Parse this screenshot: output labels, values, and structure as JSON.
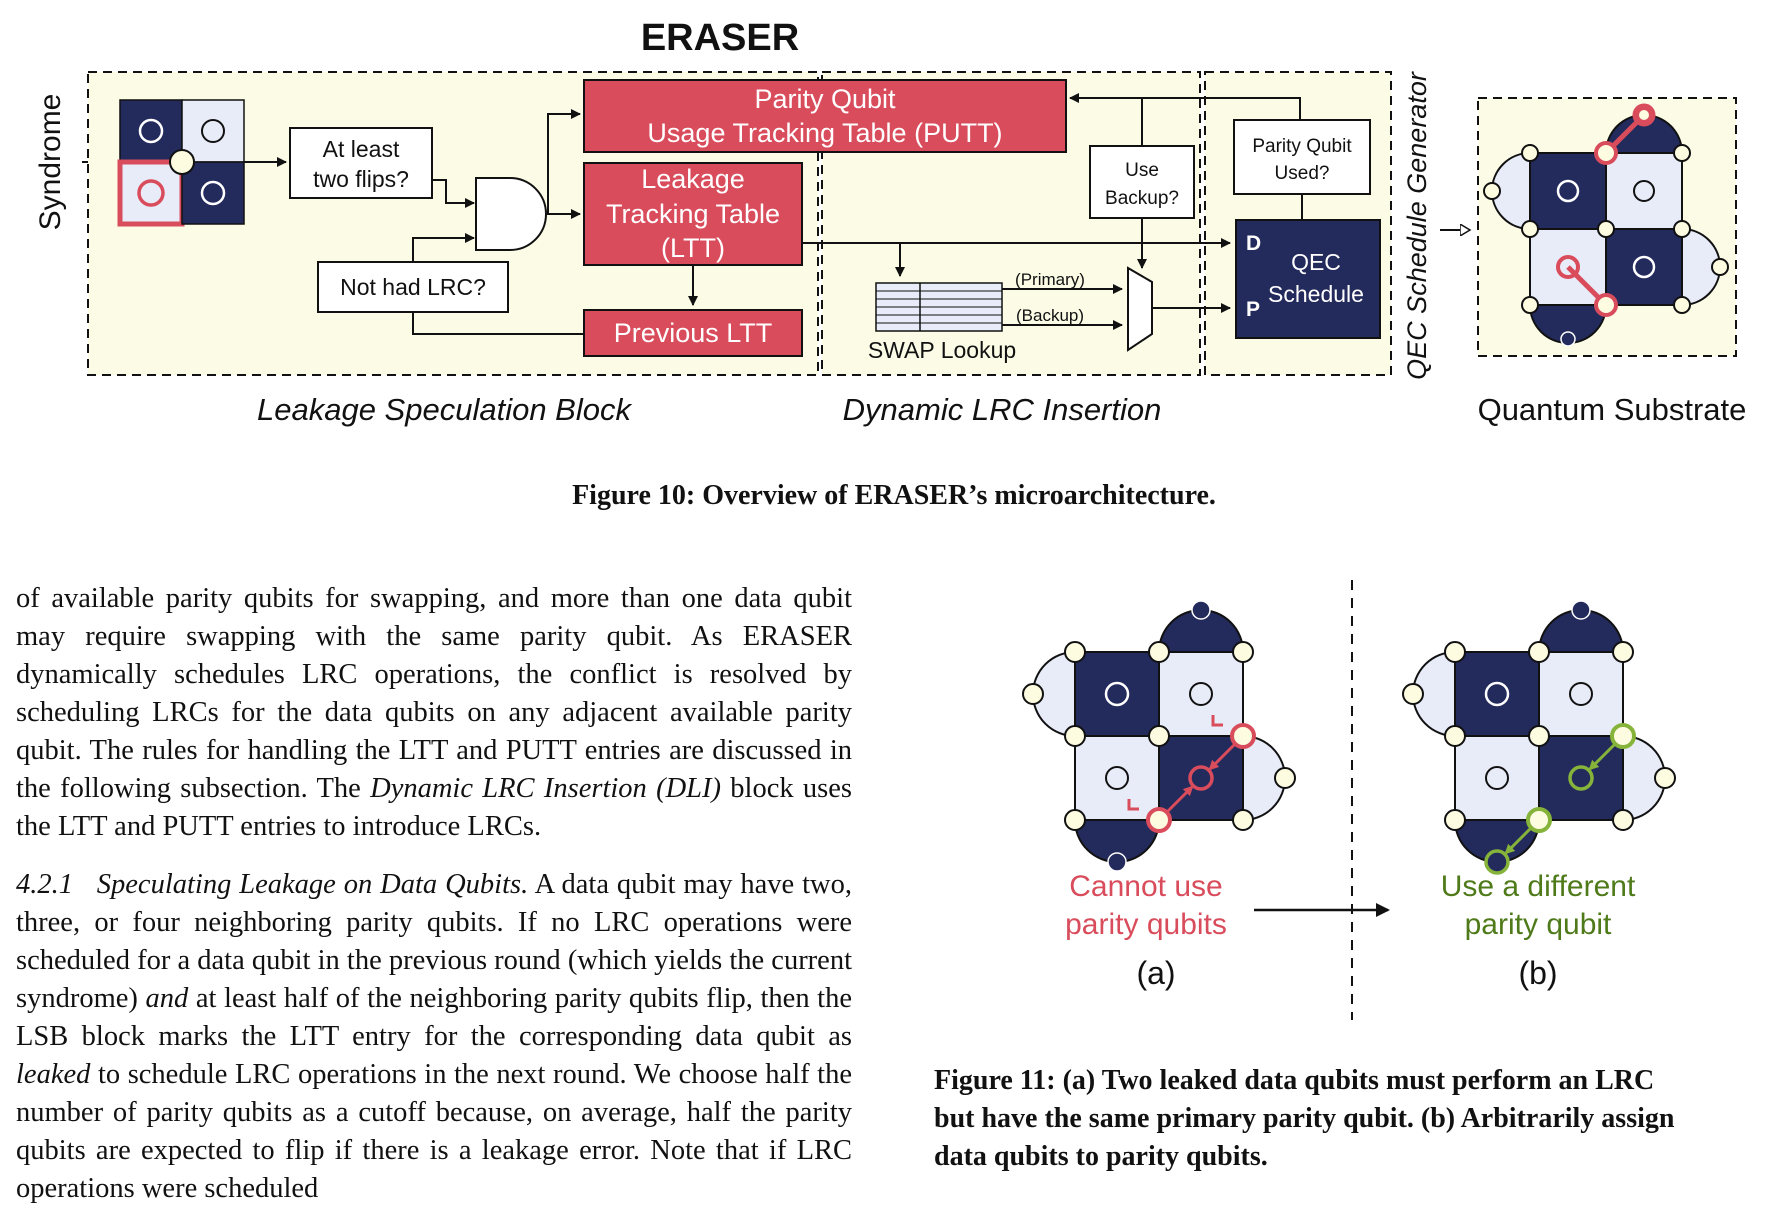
{
  "figure10": {
    "title": "ERASER",
    "syndrome_label": "Syndrome",
    "at_least_two_flips": [
      "At least",
      "two flips?"
    ],
    "not_had_lrc": "Not had LRC?",
    "putt": [
      "Parity Qubit",
      "Usage Tracking Table (PUTT)"
    ],
    "ltt": [
      "Leakage",
      "Tracking Table",
      "(LTT)"
    ],
    "previous_ltt": "Previous LTT",
    "use_backup": [
      "Use",
      "Backup?"
    ],
    "parity_qubit_used": [
      "Parity Qubit",
      "Used?"
    ],
    "primary_label": "(Primary)",
    "backup_label": "(Backup)",
    "swap_lookup": "SWAP Lookup",
    "qec_schedule": [
      "QEC",
      "Schedule"
    ],
    "port_d": "D",
    "port_p": "P",
    "qec_schedule_generator": "QEC Schedule Generator",
    "leakage_speculation_block": "Leakage Speculation Block",
    "dynamic_lrc_insertion": "Dynamic LRC Insertion",
    "quantum_substrate": "Quantum Substrate",
    "caption": "Figure 10: Overview of ERASER’s microarchitecture."
  },
  "figure11": {
    "cannot_use": [
      "Cannot use",
      "parity qubits"
    ],
    "use_different": [
      "Use a different",
      "parity qubit"
    ],
    "label_a": "(a)",
    "label_b": "(b)",
    "caption_lines": [
      "Figure 11: (a) Two leaked data qubits must perform an LRC",
      "but have the same primary parity qubit. (b) Arbitrarily assign",
      "data qubits to parity qubits."
    ]
  },
  "body": {
    "para1": "of available parity qubits for swapping, and more than one data qubit may require swapping with the same parity qubit. As ERASER dynamically schedules LRC operations, the conflict is resolved by scheduling LRCs for the data qubits on any adjacent available parity qubit. The rules for handling the LTT and PUTT entries are discussed in the following subsection. The ",
    "para1_italic": "Dynamic LRC Insertion (DLI)",
    "para1_tail": " block uses the LTT and PUTT entries to introduce LRCs.",
    "section_number": "4.2.1",
    "section_title": "Speculating Leakage on Data Qubits.",
    "para2_a": " A data qubit may have two, three, or four neighboring parity qubits. If no LRC operations were scheduled for a data qubit in the previous round (which yields the current syndrome) ",
    "para2_and": "and",
    "para2_b": " at least half of the neighboring parity qubits flip, then the LSB block marks the LTT entry for the corresponding data qubit as ",
    "para2_leaked": "leaked",
    "para2_c": " to schedule LRC operations in the next round. We choose half the number of parity qubits as a cutoff because, on average, half the parity qubits are expected to flip if there is a leakage error. Note that if LRC operations were scheduled"
  },
  "colors": {
    "navy": "#232a5c",
    "light_tile": "#e8ecf8",
    "red": "#d94c5c",
    "green": "#86b33a",
    "block_fill": "#fbfbe6",
    "cream": "#fdfbe0"
  }
}
